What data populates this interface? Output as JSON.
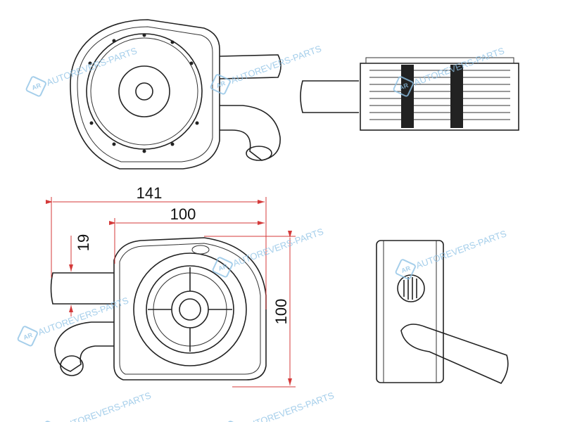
{
  "title": "Oil cooler technical drawing",
  "dimensions": {
    "overall_width": "141",
    "body_width": "100",
    "body_height": "100",
    "pipe_diameter": "19"
  },
  "watermark": {
    "logo": "AR",
    "text": "AUTOREVERS-PARTS"
  },
  "colors": {
    "dimension": "#d43a3a",
    "watermark": "#8fc3e6",
    "line": "#222222"
  }
}
